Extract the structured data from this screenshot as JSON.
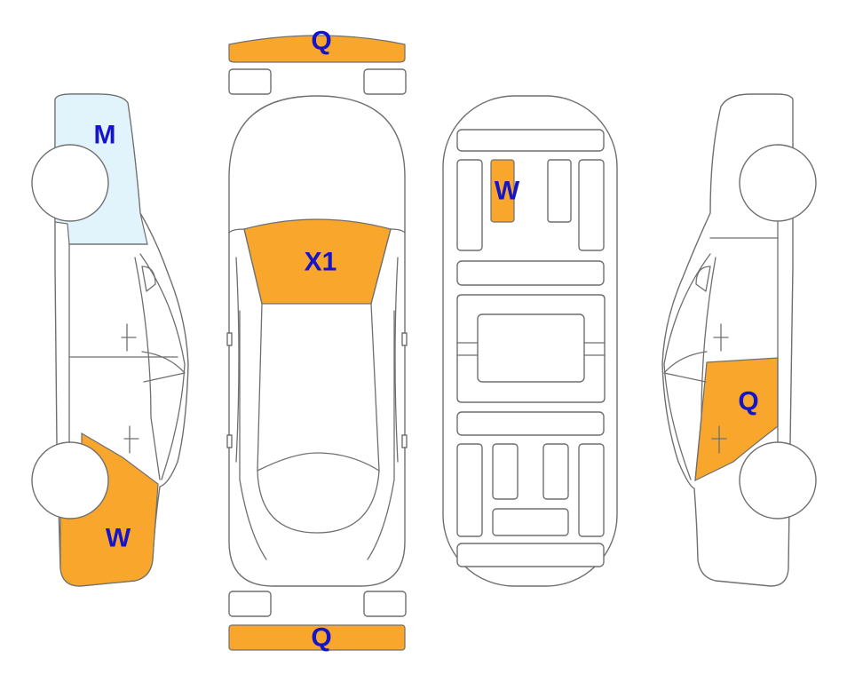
{
  "colors": {
    "damage_orange": "#F9A62C",
    "damage_light_blue": "#E2F4FB",
    "label_blue": "#1414C8",
    "outline": "#6F6F6F"
  },
  "labels": {
    "front_bumper": "Q",
    "hood": "X1",
    "underbody_panel": "W",
    "left_front_fender": "M",
    "left_rear_quarter": "W",
    "right_rear_door": "Q",
    "rear_bumper": "Q"
  }
}
